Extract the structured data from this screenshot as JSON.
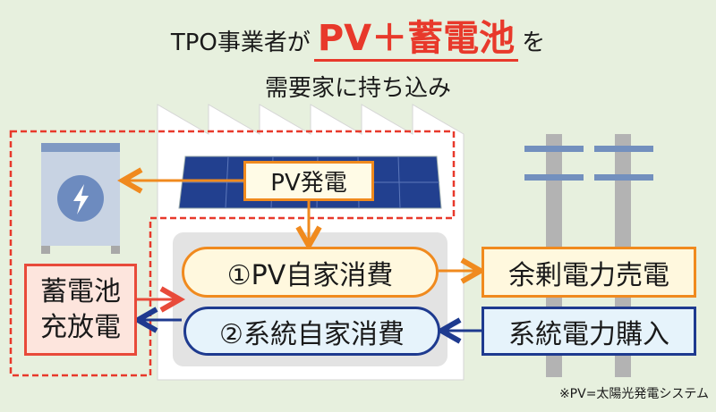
{
  "title": {
    "prefix": "TPO事業者が",
    "accent": "PV＋蓄電池",
    "suffix": "を",
    "line2": "需要家に持ち込み"
  },
  "nodes": {
    "pv_generation": "PV発電",
    "pv_self_consumption": "①PV自家消費",
    "grid_self_consumption": "②系統自家消費",
    "surplus_sale": "余剰電力売電",
    "grid_purchase": "系統電力購入",
    "battery_line1": "蓄電池",
    "battery_line2": "充放電"
  },
  "footnote": "※PV=太陽光発電システム",
  "colors": {
    "accent_red": "#e8392b",
    "orange": "#f08a1e",
    "navy": "#1e3a8f",
    "background": "#e7f0de"
  }
}
